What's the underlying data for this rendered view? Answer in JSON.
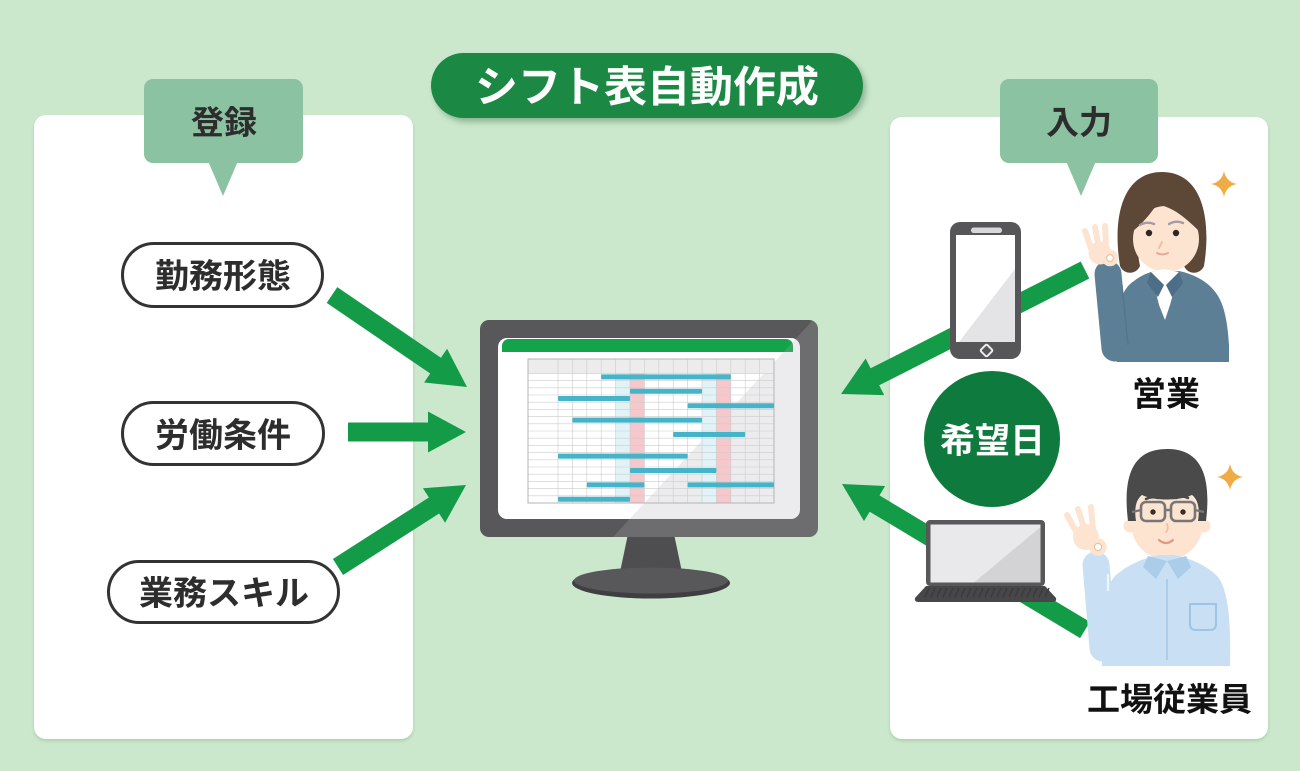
{
  "diagram_title": {
    "text": "シフト表自動作成"
  },
  "left_panel": {
    "tab_label": "登録",
    "items": [
      {
        "label": "勤務形態"
      },
      {
        "label": "労働条件"
      },
      {
        "label": "業務スキル"
      }
    ]
  },
  "right_panel": {
    "tab_label": "入力",
    "badge_label": "希望日",
    "persons": [
      {
        "label": "営業",
        "device": "smartphone"
      },
      {
        "label": "工場従業員",
        "device": "laptop"
      }
    ]
  },
  "monitor": {
    "description": "shift schedule spreadsheet",
    "shift_table": {
      "type": "gantt",
      "rows": 18,
      "columns": 15,
      "first_column_wide": true,
      "highlight_columns_pale_blue": [
        4,
        10
      ],
      "highlight_columns_pink": [
        5,
        11
      ],
      "bars": [
        {
          "row": 0,
          "start": 3,
          "end": 12
        },
        {
          "row": 2,
          "start": 5,
          "end": 10
        },
        {
          "row": 3,
          "start": 0,
          "end": 5
        },
        {
          "row": 4,
          "start": 9,
          "end": 15
        },
        {
          "row": 6,
          "start": 1,
          "end": 10
        },
        {
          "row": 8,
          "start": 8,
          "end": 13
        },
        {
          "row": 11,
          "start": 0,
          "end": 9
        },
        {
          "row": 13,
          "start": 5,
          "end": 11
        },
        {
          "row": 15,
          "start": 2,
          "end": 6
        },
        {
          "row": 15,
          "start": 9,
          "end": 15
        },
        {
          "row": 17,
          "start": 0,
          "end": 5
        }
      ]
    }
  },
  "palette": {
    "background": "#cbe8cd",
    "panel_white": "#ffffff",
    "tab_green": "#8bc3a2",
    "title_green": "#1b8943",
    "arrow_green": "#149b48",
    "badge_green": "#0f7a3d",
    "spreadsheet_green": "#14a24b",
    "bar_teal": "#45b4c8",
    "column_pink": "#f6c8cc",
    "column_pale_blue": "#e2f3f8",
    "text_dark": "#2d2d2d"
  }
}
